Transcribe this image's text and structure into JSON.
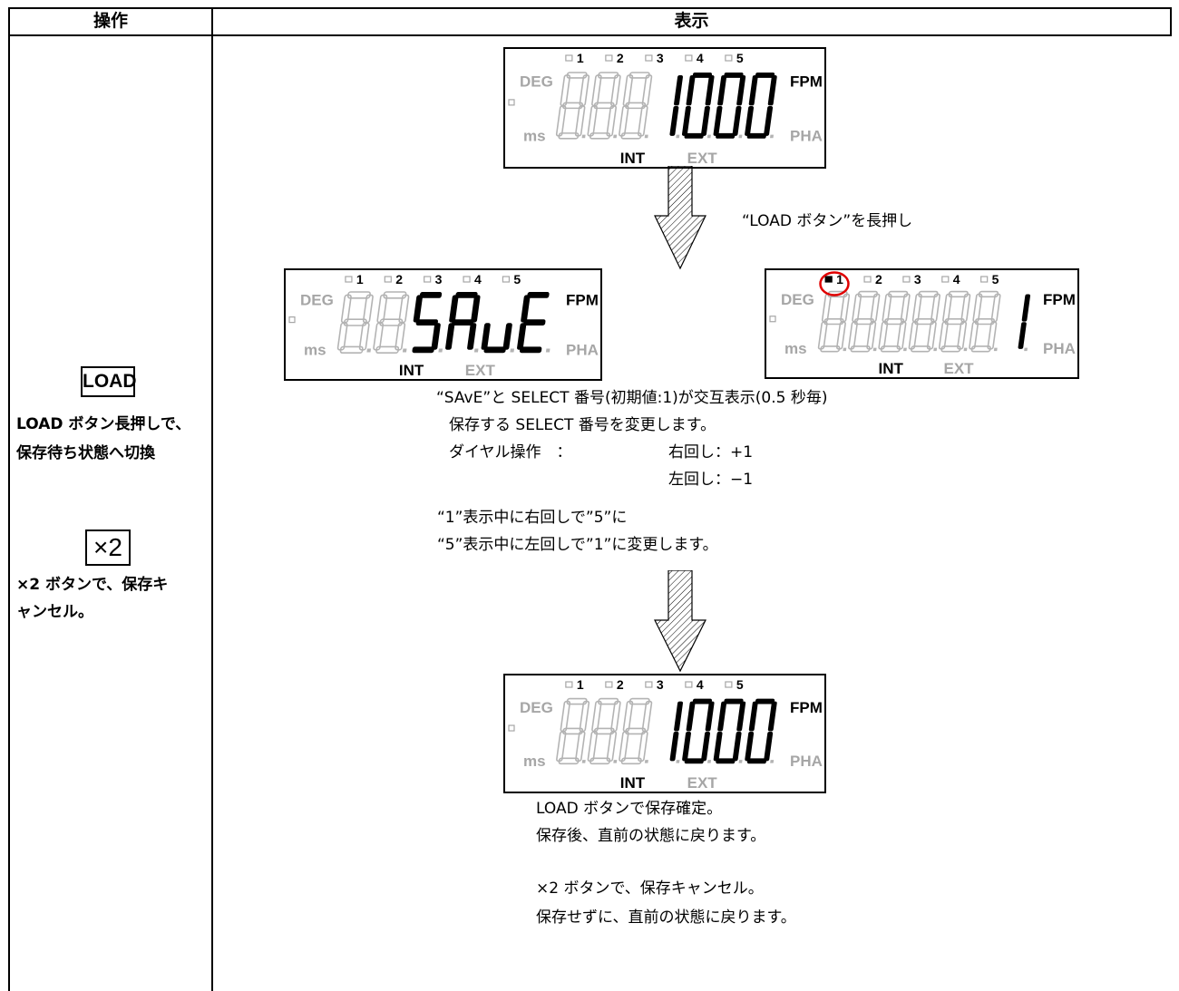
{
  "table": {
    "col_operation": "操作",
    "col_display": "表示"
  },
  "operation": {
    "load_key": "LOAD",
    "load_desc_1": "LOAD ボタン長押しで、",
    "load_desc_2": "保存待ち状態へ切換",
    "x2_key": "×2",
    "x2_desc_1": "×2 ボタンで、保存キ",
    "x2_desc_2": "ャンセル。"
  },
  "display": {
    "step1_note": "“LOAD ボタン”を長押し",
    "alt_line": "“SAvE”と SELECT 番号(初期値:1)が交互表示(0.5 秒毎)",
    "select_line": "保存する SELECT 番号を変更します。",
    "dial_label": "ダイヤル操作　：",
    "dial_right": "右回し：+1",
    "dial_left": "左回し：−1",
    "wrap_right": "“1”表示中に右回しで”5”に",
    "wrap_left": "“5”表示中に左回しで”1”に変更します。",
    "confirm_1": "LOAD ボタンで保存確定。",
    "confirm_2": "保存後、直前の状態に戻ります。",
    "cancel_1": "×2 ボタンで、保存キャンセル。",
    "cancel_2": "保存せずに、直前の状態に戻ります。"
  },
  "lcd_labels": {
    "deg": "DEG",
    "ms": "ms",
    "fpm": "FPM",
    "pha": "PHA",
    "int": "INT",
    "ext": "EXT",
    "indicators": [
      "1",
      "2",
      "3",
      "4",
      "5"
    ]
  },
  "lcd_panels": [
    {
      "name": "lcd-initial",
      "digits": [
        "8",
        "8",
        "8",
        "1",
        "0",
        "0",
        "0"
      ],
      "active": [
        false,
        false,
        false,
        true,
        true,
        true,
        true
      ]
    },
    {
      "name": "lcd-save",
      "digits": [
        "8",
        "8",
        "S",
        "A",
        "u",
        "E"
      ],
      "active": [
        false,
        false,
        true,
        true,
        true,
        true
      ]
    },
    {
      "name": "lcd-select-number",
      "digits": [
        "8",
        "8",
        "8",
        "8",
        "8",
        "8",
        "1"
      ],
      "active": [
        false,
        false,
        false,
        false,
        false,
        false,
        true
      ]
    },
    {
      "name": "lcd-after",
      "digits": [
        "8",
        "8",
        "8",
        "1",
        "0",
        "0",
        "0"
      ],
      "active": [
        false,
        false,
        false,
        true,
        true,
        true,
        true
      ]
    }
  ],
  "colors": {
    "segment_off": "#b3b3b3",
    "segment_on": "#000000",
    "highlight_circle": "#e00000",
    "indicator_on": "#000000",
    "indicator_off": "#a6a6a6"
  }
}
